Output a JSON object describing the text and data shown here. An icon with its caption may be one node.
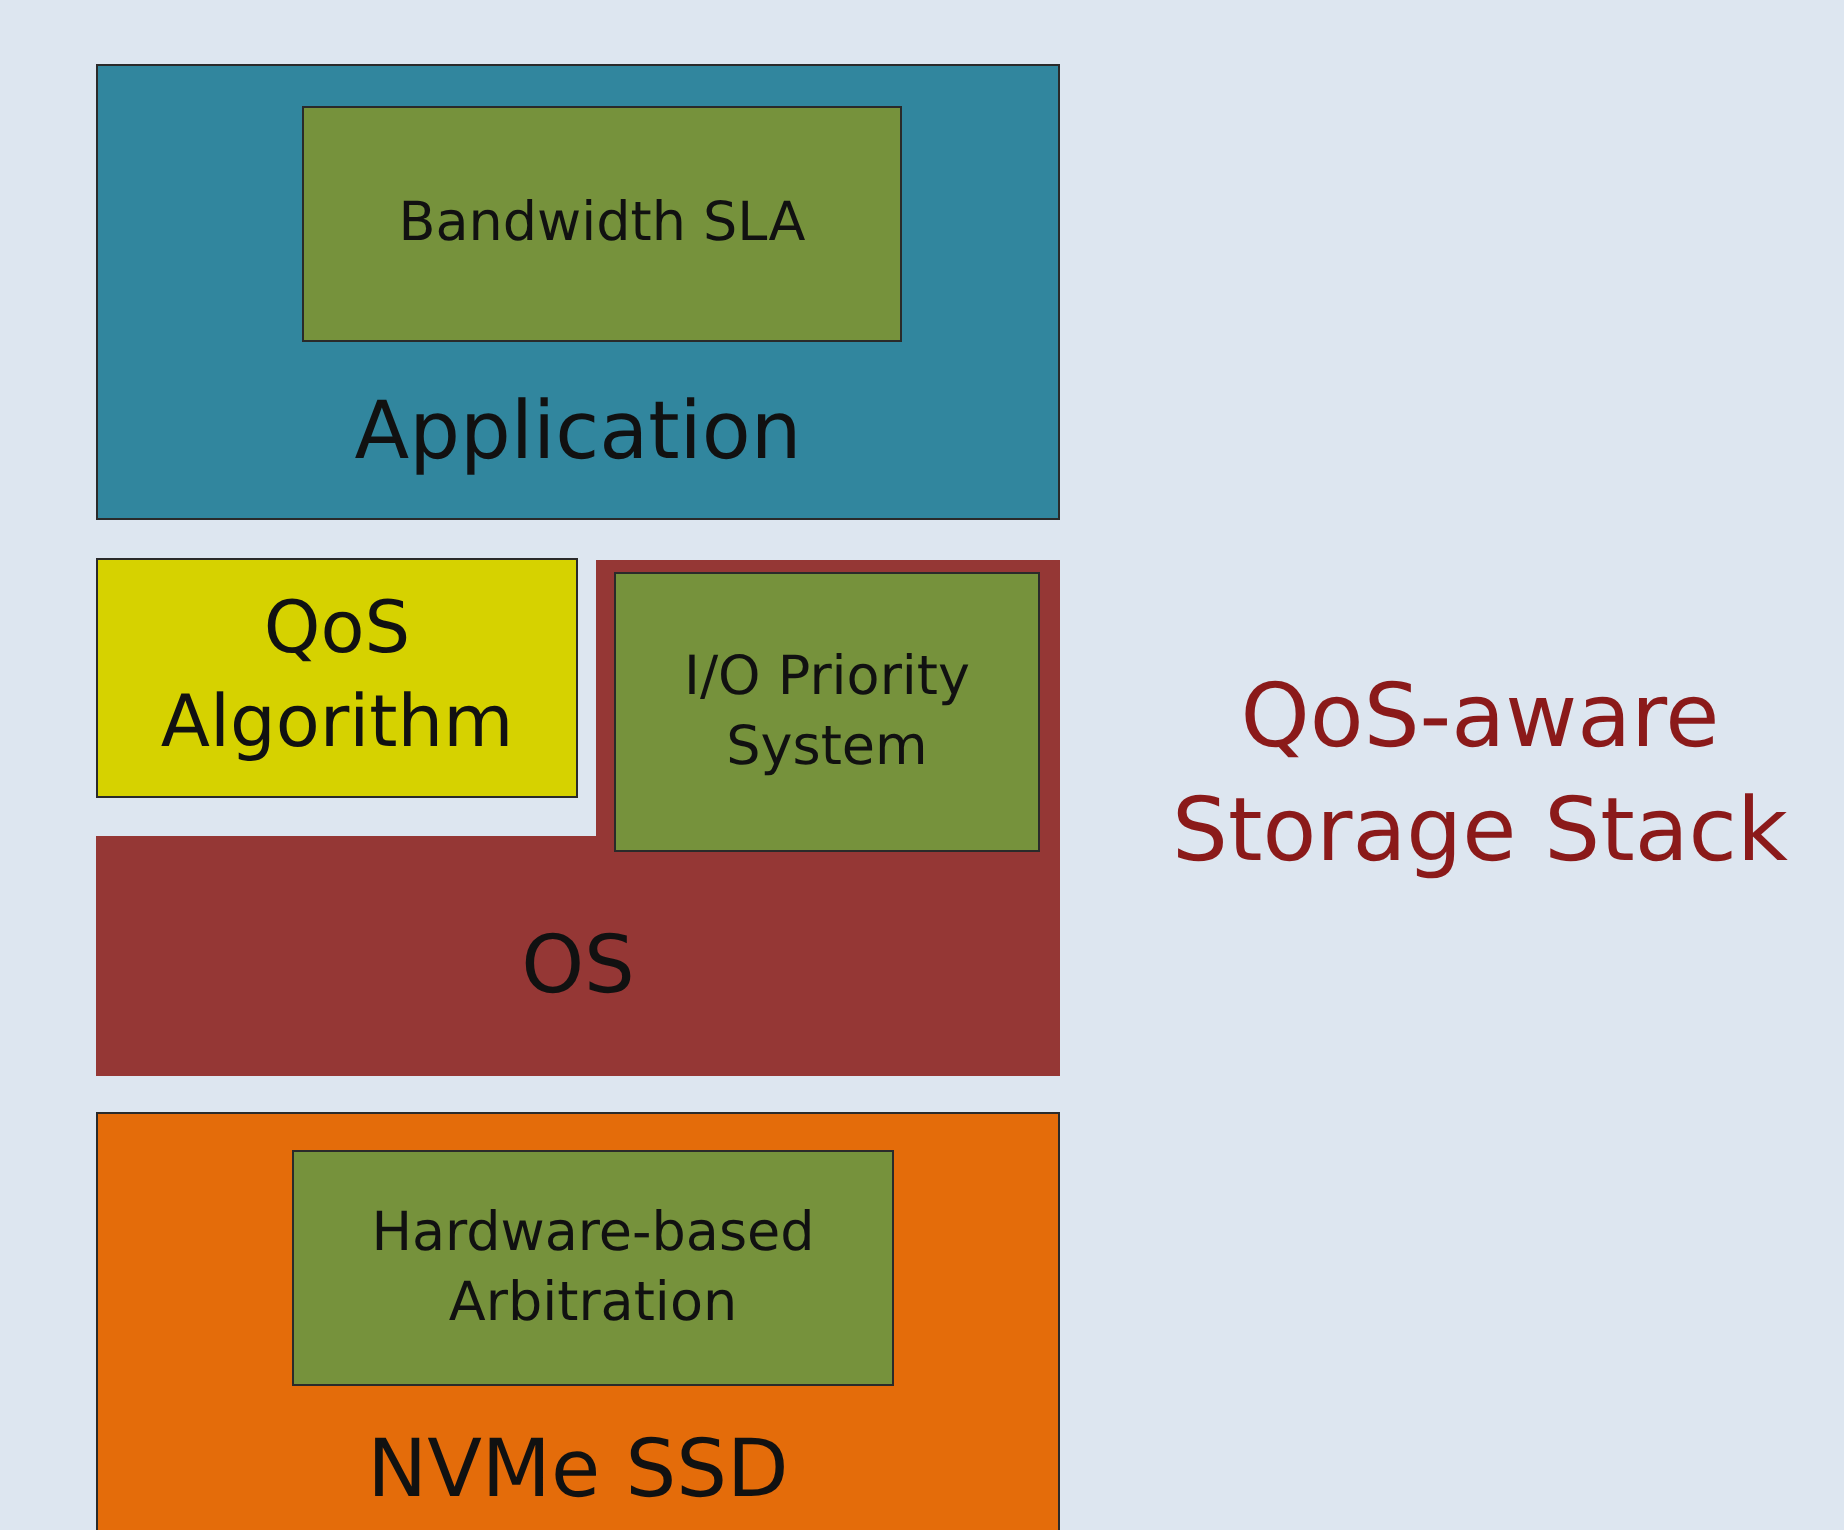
{
  "diagram": {
    "nodes": [
      {
        "text": [
          "Application"
        ]
      },
      {
        "text": [
          "Bandwidth SLA"
        ],
        "in": 0
      },
      {
        "text": [
          "QoS Algorithm"
        ]
      },
      {
        "text": [
          "OS"
        ]
      },
      {
        "text": [
          "I/O Priority System"
        ],
        "in": 3
      },
      {
        "text": [
          "NVMe SSD"
        ]
      },
      {
        "text": [
          "Hardware-based Arbitration"
        ],
        "in": 5
      }
    ],
    "edges": [],
    "labels": [
      "QoS-aware Storage Stack"
    ]
  }
}
